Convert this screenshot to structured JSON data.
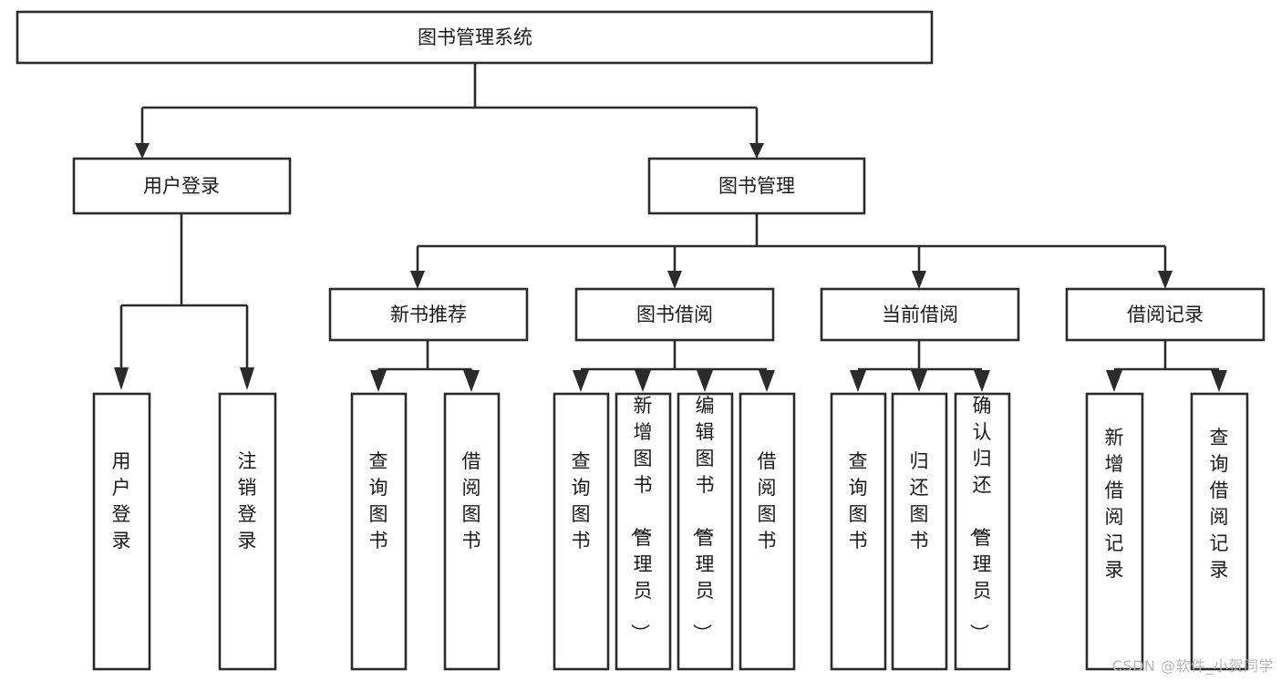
{
  "diagram": {
    "title": "图书管理系统",
    "type": "hierarchy-tree",
    "root": {
      "id": "root",
      "label": "图书管理系统"
    },
    "level2": [
      {
        "id": "user-login",
        "label": "用户登录"
      },
      {
        "id": "book-management",
        "label": "图书管理"
      }
    ],
    "level3": [
      {
        "id": "new-book-recommend",
        "label": "新书推荐",
        "parent": "book-management"
      },
      {
        "id": "book-borrow",
        "label": "图书借阅",
        "parent": "book-management"
      },
      {
        "id": "current-borrow",
        "label": "当前借阅",
        "parent": "book-management"
      },
      {
        "id": "borrow-record",
        "label": "借阅记录",
        "parent": "book-management"
      }
    ],
    "leaves": {
      "user-login": [
        {
          "id": "leaf-user-login",
          "label": "用户登录"
        },
        {
          "id": "leaf-user-logout",
          "label": "注销登录"
        }
      ],
      "new-book-recommend": [
        {
          "id": "leaf-query-book-1",
          "label": "查询图书"
        },
        {
          "id": "leaf-borrow-book-1",
          "label": "借阅图书"
        }
      ],
      "book-borrow": [
        {
          "id": "leaf-query-book-2",
          "label": "查询图书"
        },
        {
          "id": "leaf-add-book",
          "label": "新增图书（管理员）"
        },
        {
          "id": "leaf-edit-book",
          "label": "编辑图书（管理员）"
        },
        {
          "id": "leaf-borrow-book-2",
          "label": "借阅图书"
        }
      ],
      "current-borrow": [
        {
          "id": "leaf-query-book-3",
          "label": "查询图书"
        },
        {
          "id": "leaf-return-book",
          "label": "归还图书"
        },
        {
          "id": "leaf-confirm-return",
          "label": "确认归还（管理员）"
        }
      ],
      "borrow-record": [
        {
          "id": "leaf-add-record",
          "label": "新增借阅记录"
        },
        {
          "id": "leaf-query-record",
          "label": "查询借阅记录"
        }
      ]
    }
  },
  "watermark": {
    "text": "CSDN @软件_小贺同学"
  },
  "colors": {
    "box_border": "#2b2b2b",
    "box_fill": "#ffffff",
    "text": "#1a1a1a",
    "background": "#ffffff",
    "watermark": "#b8b8b8"
  }
}
